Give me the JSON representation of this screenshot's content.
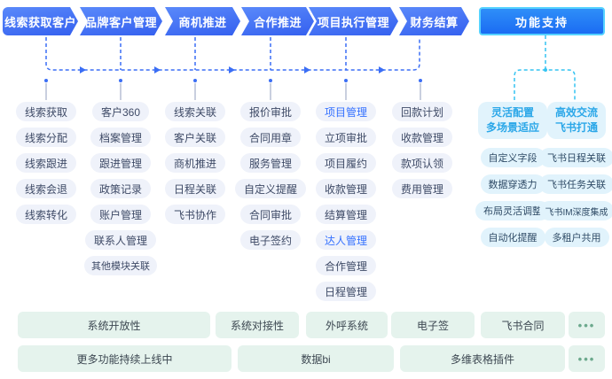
{
  "flow": {
    "steps": [
      {
        "label": "线索获取客户"
      },
      {
        "label": "品牌客户管理"
      },
      {
        "label": "商机推进"
      },
      {
        "label": "合作推进"
      },
      {
        "label": "项目执行管理"
      },
      {
        "label": "财务结算"
      }
    ],
    "support_label": "功能支持"
  },
  "columns": [
    {
      "items": [
        {
          "label": "线索获取"
        },
        {
          "label": "线索分配"
        },
        {
          "label": "线索跟进"
        },
        {
          "label": "线索会退"
        },
        {
          "label": "线索转化"
        }
      ]
    },
    {
      "items": [
        {
          "label": "客户360"
        },
        {
          "label": "档案管理"
        },
        {
          "label": "跟进管理"
        },
        {
          "label": "政策记录"
        },
        {
          "label": "账户管理"
        },
        {
          "label": "联系人管理"
        },
        {
          "label": "其他模块关联"
        }
      ]
    },
    {
      "items": [
        {
          "label": "线索关联"
        },
        {
          "label": "客户关联"
        },
        {
          "label": "商机推进"
        },
        {
          "label": "日程关联"
        },
        {
          "label": "飞书协作"
        }
      ]
    },
    {
      "items": [
        {
          "label": "报价审批"
        },
        {
          "label": "合同用章"
        },
        {
          "label": "服务管理"
        },
        {
          "label": "自定义提醒"
        },
        {
          "label": "合同审批"
        },
        {
          "label": "电子签约"
        }
      ]
    },
    {
      "items": [
        {
          "label": "项目管理",
          "highlight": true
        },
        {
          "label": "立项审批"
        },
        {
          "label": "项目履约"
        },
        {
          "label": "收款管理"
        },
        {
          "label": "结算管理"
        },
        {
          "label": "达人管理",
          "highlight": true
        },
        {
          "label": "合作管理"
        },
        {
          "label": "日程管理"
        }
      ]
    },
    {
      "items": [
        {
          "label": "回款计划"
        },
        {
          "label": "收款管理"
        },
        {
          "label": "款项认领"
        },
        {
          "label": "费用管理"
        }
      ]
    }
  ],
  "support_groups": [
    {
      "header_lines": [
        "灵活配置",
        "多场景适应"
      ],
      "items": [
        {
          "label": "自定义字段"
        },
        {
          "label": "数据穿透力"
        },
        {
          "label": "布局灵活调整"
        },
        {
          "label": "自动化提醒"
        }
      ]
    },
    {
      "header_lines": [
        "高效交流",
        "飞书打通"
      ],
      "items": [
        {
          "label": "飞书日程关联"
        },
        {
          "label": "飞书任务关联"
        },
        {
          "label": "飞书IM深度集成"
        },
        {
          "label": "多租户共用"
        }
      ]
    }
  ],
  "bottom": {
    "row1": [
      {
        "label": "系统开放性"
      },
      {
        "label": "系统对接性"
      },
      {
        "label": "外呼系统"
      },
      {
        "label": "电子签"
      },
      {
        "label": "飞书合同"
      },
      {
        "label": "•••"
      }
    ],
    "row2": [
      {
        "label": "更多功能持续上线中"
      },
      {
        "label": "数据bi"
      },
      {
        "label": "多维表格插件"
      },
      {
        "label": "•••"
      }
    ]
  },
  "colors": {
    "flow_gradient_start": "#5a89fa",
    "flow_gradient_end": "#3460ef",
    "support_button_bg": "#1b6cf3",
    "support_button_border": "#55d2ff",
    "pill_bg": "#eff2fa",
    "pill_text": "#3e4a66",
    "pill_highlight_text": "#3370ff",
    "cyan_pill_bg": "#e1f3fc",
    "cyan_header_text": "#2ba7e8",
    "cyan_item_text": "#2f4b66",
    "bottom_box_bg": "#e5f3ed",
    "bottom_text": "#3d4852",
    "dots_green": "#6ca98d",
    "connector_blue": "#3b6ef5",
    "connector_cyan": "#35c4f2",
    "connector_pin_gray": "#c9cfdf"
  }
}
